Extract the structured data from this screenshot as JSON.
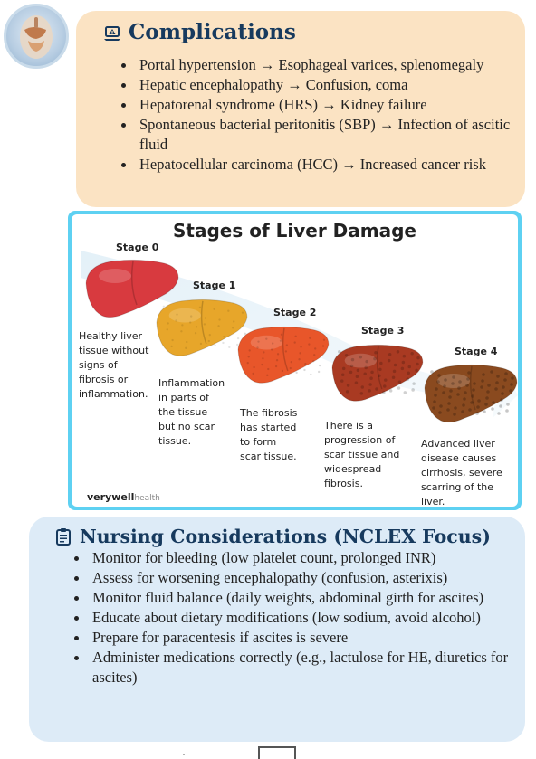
{
  "complications": {
    "title": "Complications",
    "items": [
      "Portal hypertension → Esophageal varices, splenomegaly",
      "Hepatic encephalopathy → Confusion, coma",
      "Hepatorenal syndrome (HRS) → Kidney failure",
      "Spontaneous bacterial peritonitis (SBP) → Infection of ascitic fluid",
      "Hepatocellular carcinoma (HCC) → Increased cancer risk"
    ],
    "accent": "#fbe3c3"
  },
  "figure": {
    "title": "Stages of Liver Damage",
    "stages": [
      {
        "label": "Stage 0",
        "desc": [
          "Healthy liver",
          "tissue without",
          "signs of",
          "fibrosis or",
          "inflammation."
        ],
        "color": "#d83a3f"
      },
      {
        "label": "Stage 1",
        "desc": [
          "Inflammation",
          "in parts of",
          "the tissue",
          "but no scar",
          "tissue."
        ],
        "color": "#e7a62a"
      },
      {
        "label": "Stage 2",
        "desc": [
          "The fibrosis",
          "has started",
          "to form",
          "scar tissue."
        ],
        "color": "#e8562a"
      },
      {
        "label": "Stage 3",
        "desc": [
          "There is a",
          "progression of",
          "scar tissue and",
          "widespread",
          "fibrosis."
        ],
        "color": "#a93a22"
      },
      {
        "label": "Stage 4",
        "desc": [
          "Advanced liver",
          "disease causes",
          "cirrhosis, severe",
          "scarring of the",
          "liver."
        ],
        "color": "#8a4a1f"
      }
    ],
    "brand": "verywell",
    "brand_sub": "health",
    "border_color": "#5ed1f2"
  },
  "nursing": {
    "title": "Nursing Considerations (NCLEX Focus)",
    "items": [
      "Monitor for bleeding (low platelet count, prolonged INR)",
      "Assess for worsening encephalopathy (confusion, asterixis)",
      "Monitor fluid balance (daily weights, abdominal girth for ascites)",
      "Educate about dietary modifications (low sodium, avoid alcohol)",
      "Prepare for paracentesis if ascites is severe",
      "Administer medications correctly (e.g., lactulose for HE, diuretics for ascites)"
    ],
    "accent": "#ddebf7"
  },
  "icons": {
    "logo": "liver-anatomy-logo",
    "complications": "warning-laptop-icon",
    "nursing": "clipboard-icon"
  }
}
